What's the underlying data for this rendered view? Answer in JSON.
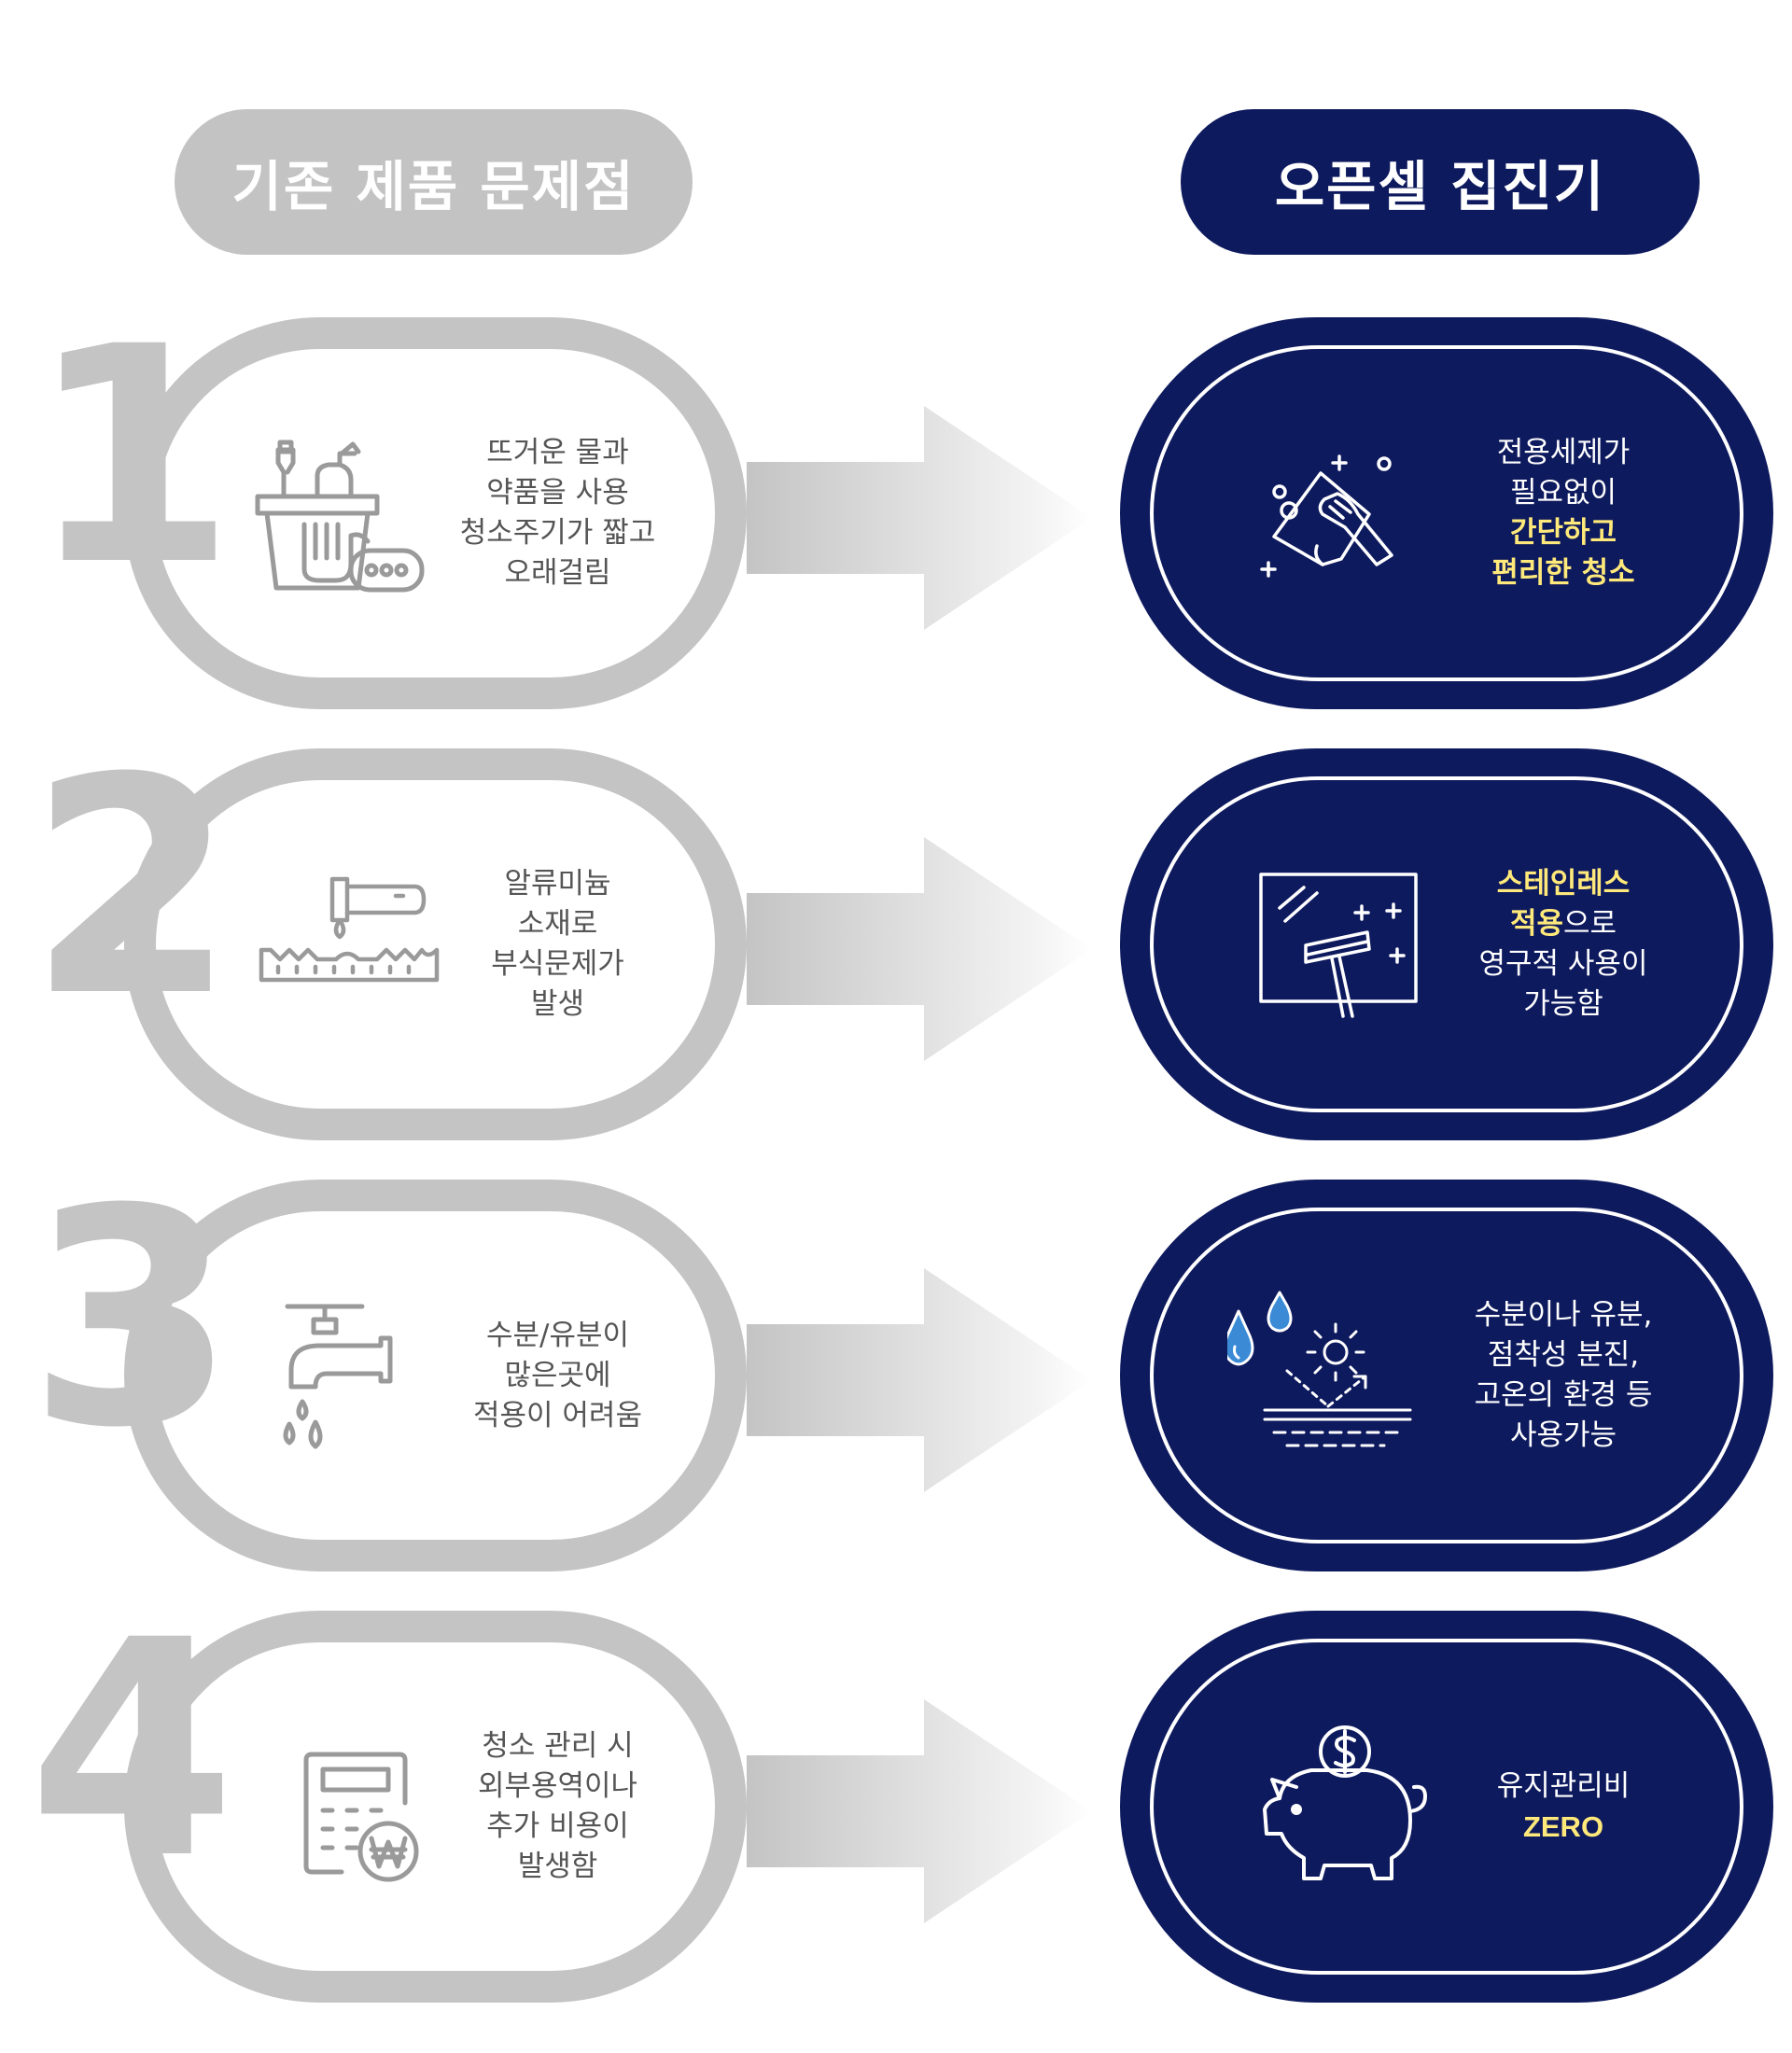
{
  "header": {
    "left_title": "기존 제품 문제점",
    "right_title": "오픈셀 집진기"
  },
  "colors": {
    "gray": "#c4c4c4",
    "navy": "#0e1a5e",
    "highlight": "#ffe97a",
    "left_text": "#555555"
  },
  "rows": [
    {
      "number": "1",
      "left_icon": "cleaning-supplies-icon",
      "left_lines": [
        "뜨거운 물과",
        "약품을 사용",
        "청소주기가 짧고",
        "오래걸림"
      ],
      "right_icon": "wiping-cloth-icon",
      "right_lines": [
        {
          "parts": [
            {
              "text": "전용세제가",
              "hl": false
            }
          ]
        },
        {
          "parts": [
            {
              "text": "필요없이",
              "hl": false
            }
          ]
        },
        {
          "parts": [
            {
              "text": "간단하고",
              "hl": true
            }
          ]
        },
        {
          "parts": [
            {
              "text": "편리한 청소",
              "hl": true
            }
          ]
        }
      ]
    },
    {
      "number": "2",
      "left_icon": "corrosion-icon",
      "left_lines": [
        "알류미늄",
        "소재로",
        "부식문제가",
        "발생"
      ],
      "right_icon": "squeegee-icon",
      "right_lines": [
        {
          "parts": [
            {
              "text": "스테인레스",
              "hl": true
            }
          ]
        },
        {
          "parts": [
            {
              "text": "적용",
              "hl": true
            },
            {
              "text": "으로",
              "hl": false
            }
          ]
        },
        {
          "parts": [
            {
              "text": "영구적 사용이",
              "hl": false
            }
          ]
        },
        {
          "parts": [
            {
              "text": "가능함",
              "hl": false
            }
          ]
        }
      ]
    },
    {
      "number": "3",
      "left_icon": "faucet-icon",
      "left_lines": [
        "수분/유분이",
        "많은곳에",
        "적용이 어려움"
      ],
      "right_icon": "water-sun-reflect-icon",
      "right_lines": [
        {
          "parts": [
            {
              "text": "수분이나 유분,",
              "hl": false
            }
          ]
        },
        {
          "parts": [
            {
              "text": "점착성 분진,",
              "hl": false
            }
          ]
        },
        {
          "parts": [
            {
              "text": "고온의 환경 등",
              "hl": false
            }
          ]
        },
        {
          "parts": [
            {
              "text": "사용가능",
              "hl": false
            }
          ]
        }
      ]
    },
    {
      "number": "4",
      "left_icon": "calculator-won-icon",
      "left_lines": [
        "청소 관리 시",
        "외부용역이나",
        "추가 비용이",
        "발생함"
      ],
      "right_icon": "piggy-bank-icon",
      "right_lines": [
        {
          "parts": [
            {
              "text": "유지관리비",
              "hl": false
            }
          ]
        },
        {
          "parts": [
            {
              "text": "ZERO",
              "hl": true
            }
          ]
        }
      ]
    }
  ]
}
